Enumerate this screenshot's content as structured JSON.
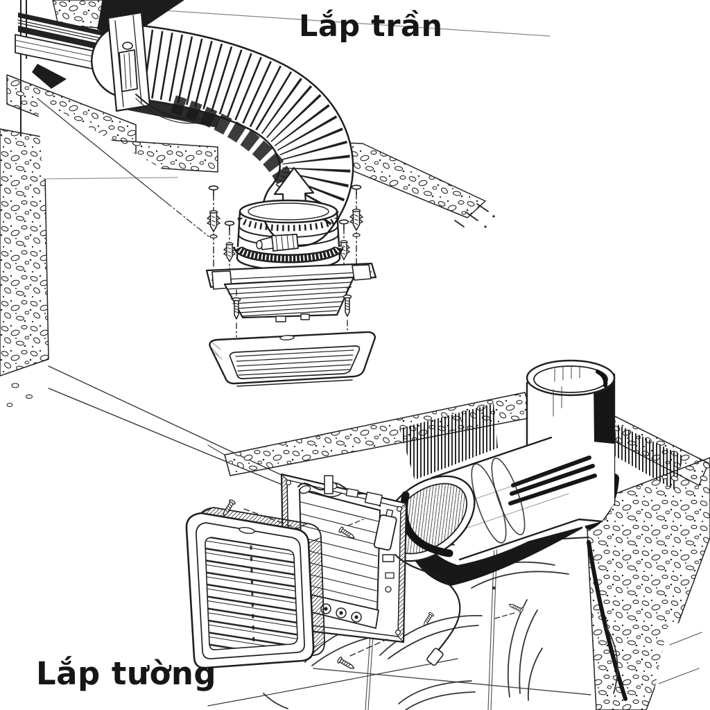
{
  "page": {
    "background": "#ffffff",
    "ink": "#1f1f1f"
  },
  "figure": {
    "kind": "technical line illustration",
    "subject": "exhaust fan installation",
    "scenes": [
      {
        "id": "ceiling-installation",
        "label": "Lắp trần"
      },
      {
        "id": "wall-installation",
        "label": "Lắp tường"
      }
    ]
  }
}
